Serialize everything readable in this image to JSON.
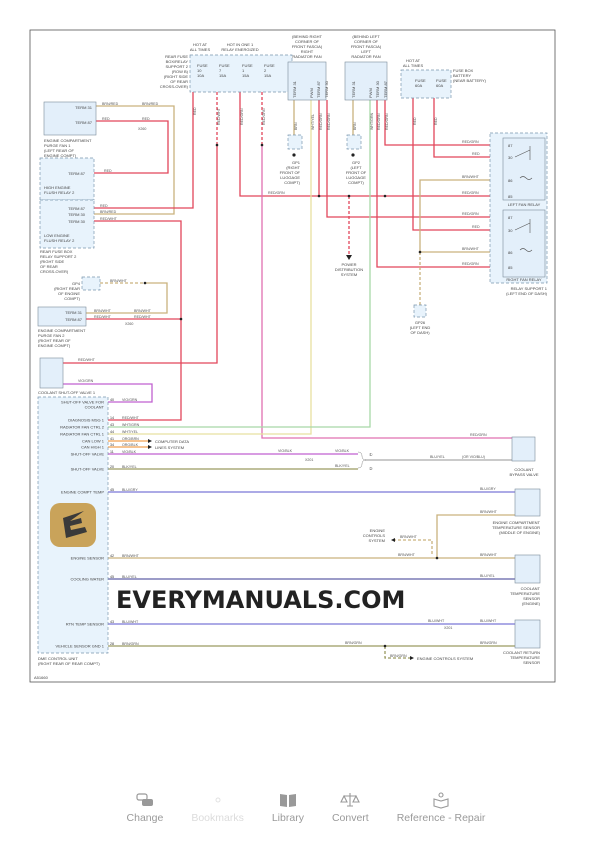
{
  "diagram": {
    "figure_id": "A51660",
    "rear_fuse_box": {
      "label": [
        "REAR FUSE",
        "BOX/RELAY",
        "SUPPORT 2",
        "(ROW B)",
        "(RIGHT SIDE",
        "OF REAR",
        "CROSS-OVER)"
      ],
      "hot_all": [
        "HOT AT",
        "ALL TIMES"
      ],
      "hot_relay": [
        "HOT IN ONE 1",
        "RELAY ENERGIZED"
      ],
      "fuses": [
        [
          "FUSE",
          "10",
          "10A"
        ],
        [
          "FUSE",
          "7",
          "15A"
        ],
        [
          "FUSE",
          "1",
          "15A"
        ],
        [
          "FUSE",
          "2",
          "15A"
        ]
      ]
    },
    "purge_fan1": {
      "term31": "TERM 31",
      "term87": "TERM 87",
      "label": [
        "ENGINE COMPARTMENT",
        "PURGE FAN 1",
        "(LEFT REAR OF",
        "ENGINE COMPT)"
      ]
    },
    "high_relay": {
      "term87": "TERM 87",
      "label": [
        "HIGH ENGINE",
        "FLUSH RELAY 2"
      ]
    },
    "low_relay": {
      "term87": "TERM 87",
      "term30a": "TERM 30",
      "term30b": "TERM 30",
      "label": [
        "LOW ENGINE",
        "FLUSH RELAY 2"
      ]
    },
    "rear_fuse_box2": {
      "label": [
        "REAR FUSE BOX",
        "RELAY SUPPORT 2",
        "(RIGHT SIDE",
        "OF REAR",
        "CROSS-OVER)"
      ]
    },
    "gp4": {
      "label": [
        "GP4",
        "(RIGHT REAR",
        "OF ENGINE",
        "COMPT)"
      ]
    },
    "purge_fan2": {
      "term31": "TERM 31",
      "term87": "TERM 87",
      "label": [
        "ENGINE COMPARTMENT",
        "PURGE FAN 2",
        "(RIGHT REAR OF",
        "ENGINE COMPT)"
      ]
    },
    "coolant_valve1": {
      "label": "COOLANT SHUT-OFF VALVE 1"
    },
    "right_fan": {
      "label": [
        "(BEHIND RIGHT",
        "CORNER OF",
        "FRONT FASCIA)",
        "RIGHT",
        "RADIATOR FAN"
      ],
      "terms": [
        "TERM 31",
        "PWM",
        "TERM 87",
        "TERM 30"
      ]
    },
    "left_fan": {
      "label": [
        "(BEHIND LEFT",
        "CORNER OF",
        "FRONT FASCIA)",
        "LEFT",
        "RADIATOR FAN"
      ],
      "terms": [
        "TERM 31",
        "PWM",
        "TERM 30",
        "TERM 87"
      ]
    },
    "gp1": {
      "label": [
        "GP1",
        "(RIGHT",
        "FRONT OF",
        "LUGGAGE",
        "COMPT)"
      ]
    },
    "gp2": {
      "label": [
        "GP2",
        "(LEFT",
        "FRONT OF",
        "LUGGAGE",
        "COMPT)"
      ]
    },
    "gp26": {
      "label": [
        "GP26",
        "(LEFT END",
        "OF DASH)"
      ]
    },
    "battery_fuse_box": {
      "hot_all": [
        "HOT AT",
        "ALL TIMES"
      ],
      "label": [
        "FUSE BOX",
        "BATTERY",
        "(NEAR BATTERY)"
      ],
      "fuses": [
        [
          "FUSE",
          "60A"
        ],
        [
          "FUSE",
          "60A"
        ]
      ]
    },
    "power_dist": {
      "label": [
        "POWER",
        "DISTRIBUTION",
        "SYSTEM"
      ]
    },
    "relay_support": {
      "left_relay": "LEFT FAN RELAY",
      "right_relay": "RIGHT FAN RELAY",
      "label": [
        "RELAY SUPPORT 1",
        "(LEFT END OF DASH)"
      ],
      "pins": [
        "87",
        "30",
        "86",
        "85"
      ]
    },
    "dme": {
      "label": [
        "DME CONTROL UNIT",
        "(RIGHT REAR OF REAR COMPT)"
      ],
      "pins": [
        {
          "name": "SHUT-OFF VALVE FOR",
          "name2": "COOLANT",
          "pin": "40",
          "wire": "VIO/GRN"
        },
        {
          "name": "DIAGNOSIS MSG 1",
          "pin": "14",
          "wire": "RED/WHT"
        },
        {
          "name": "RADIATOR FAN CTRL 2",
          "pin": "43",
          "wire": "WHT/GRN"
        },
        {
          "name": "RADIATOR FAN CTRL 1",
          "pin": "44",
          "wire": "WHT/YEL"
        },
        {
          "name": "CAN LOW 1",
          "pin": "41",
          "wire": "ORG/BRN"
        },
        {
          "name": "CAN HIGH 1",
          "pin": "34",
          "wire": "ORG/BLK"
        },
        {
          "name": "SHUT-OFF VALVE",
          "pin": "11",
          "wire": "VIO/BLK"
        },
        {
          "name": "SHUT-OFF VALVE",
          "pin": "20",
          "wire": "BLK/YEL"
        },
        {
          "name": "ENGINE COMPT TEMP",
          "pin": "45",
          "wire": "BLU/GRY"
        },
        {
          "name": "ENGINE SENSOR",
          "pin": "42",
          "wire": "BRN/WHT"
        },
        {
          "name": "COOLING WATER",
          "pin": "45",
          "wire": "BLU/YEL"
        },
        {
          "name": "RTN TEMP SENSOR",
          "pin": "43",
          "wire": "BLU/WHT"
        },
        {
          "name": "VEHICLE SENSOR GND 1",
          "pin": "28",
          "wire": "BRN/GRN"
        }
      ]
    },
    "computer_data": [
      "COMPUTER DATA",
      "LINES SYSTEM"
    ],
    "bypass_valve": {
      "label": [
        "COOLANT",
        "BYPASS VALVE"
      ],
      "alt": "(OR VIO/BLU)"
    },
    "eng_compt_sensor": {
      "label": [
        "ENGINE COMPARTMENT",
        "TEMPERATURE SENSOR",
        "(MIDDLE OF ENGINE)"
      ]
    },
    "engine_controls": [
      "ENGINE",
      "CONTROLS",
      "SYSTEM"
    ],
    "engine_controls2": "ENGINE CONTROLS SYSTEM",
    "coolant_temp_sensor": {
      "label": [
        "COOLANT",
        "TEMPERATURE",
        "SENSOR",
        "(ENGINE)"
      ]
    },
    "coolant_return_sensor": {
      "label": [
        "COOLANT RETURN",
        "TEMPERATURE",
        "SENSOR"
      ]
    },
    "wires": {
      "brn_red": "BRN/RED",
      "red": "RED",
      "red_wht": "RED/WHT",
      "red_grn": "RED/GRN",
      "brn_wht": "BRN/WHT",
      "vio_grn": "VIO/GRN",
      "brn": "BRN",
      "wht_yel": "WHT/YEL",
      "wht_grn": "WHT/GRN",
      "vio_blk": "VIO/BLK",
      "blk_yel": "BLK/YEL",
      "blu_yel": "BLU/YEL",
      "blu_gry": "BLU/GRY",
      "blu_wht": "BLU/WHT",
      "brn_grn": "BRN/GRN",
      "x260": "X260",
      "x201": "X201"
    },
    "watermark": "EVERYMANUALS.COM"
  },
  "nav": {
    "items": [
      {
        "label": "Change",
        "icon": "cars-icon"
      },
      {
        "label": "Bookmarks",
        "icon": "bookmark-icon"
      },
      {
        "label": "Library",
        "icon": "book-icon"
      },
      {
        "label": "Convert",
        "icon": "scale-icon"
      },
      {
        "label": "Reference - Repair",
        "icon": "manual-icon"
      }
    ]
  }
}
